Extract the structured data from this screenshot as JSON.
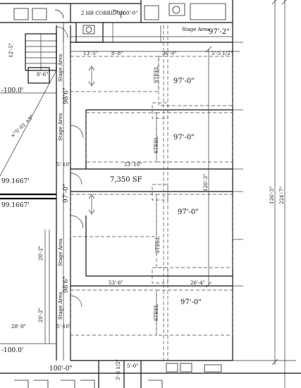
{
  "labels": {
    "corridor_title": "2 HR CORRIDOR",
    "corridor_dim": "100'-0\"",
    "top_right_dim": "97'-2\"",
    "top_band_a": "13'-5\"",
    "top_band_b": "8'-8\"",
    "top_band_c": "36'-0\"",
    "top_band_d": "5'-5 1/2\"",
    "stair_left_a": "12'-5\"",
    "stair_left_b": "8'-6\"",
    "left_elev_1": "-100.0'",
    "left_elev_2": "99.1667'",
    "left_elev_3": "99.1667'",
    "left_elev_4": "-100.0'",
    "bottom_left_dim": "100'-0\"",
    "bottom_left_side": "28'-0\"",
    "diag_label": "×\"5'-01 ×9\"",
    "area": "7,350 SF",
    "row1_height": "97'-0\"",
    "row2_height": "97'-0\"",
    "row3_height": "97'-0\"",
    "row4_height": "97'-0\"",
    "side_dim_a": "98'6\"",
    "side_dim_b": "97'-0\"",
    "side_dim_c": "98'6\"",
    "mid_left_dim": "5'-10\"",
    "mid_center_dim": "53'-10\"",
    "low_left_dim": "53'-6\"",
    "low_right_dim": "26'-4\"",
    "low_side_dim": "5'-10\"",
    "vertical_overall": "126'-3\"",
    "vertical_total": "224'-7\"",
    "vertical_inner": "126'-3\"",
    "bottom_small": "5'-0\"",
    "bottom_tiny": "3'-8 1/2\"",
    "steel_a": "STEEL",
    "steel_b": "STEEL",
    "steel_c": "STEEL",
    "steel_d": "STEEL",
    "stage_a": "Stage Area",
    "stage_b": "Stage Area",
    "stage_c": "Stage Area",
    "stage_d": "Stage Area",
    "stage_top": "Stage Area",
    "left_side_1": "20'-2\"",
    "left_side_2": "20'-2\""
  },
  "colors": {
    "line": "#111111",
    "background": "#ffffff"
  }
}
